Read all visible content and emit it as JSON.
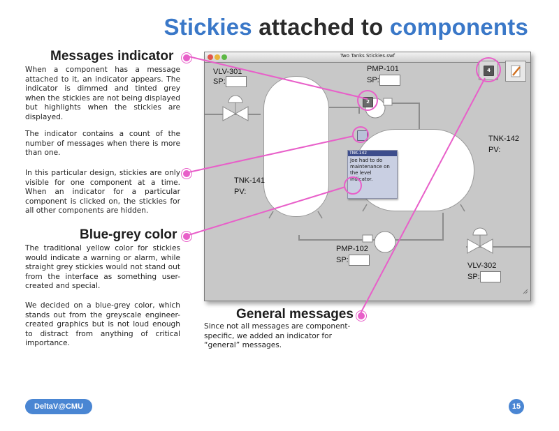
{
  "title": {
    "part1": "Stickies",
    "part2": " attached to ",
    "part3": "components"
  },
  "sections": {
    "messages_indicator": {
      "heading": "Messages indicator",
      "p1": "When a component has a message attached to it, an indicator appears. The indicator is dimmed and tinted grey when the stickies are not being displayed but highlights when the stickies are displayed.",
      "p2": "The indicator contains a count of the number of messages when there is more than one.",
      "p3": "In this particular design, stickies are only visible for one component at a time. When an indicator for a particular component is clicked on, the stickies for all other components are hidden."
    },
    "blue_grey": {
      "heading": "Blue-grey color",
      "p1": "The traditional yellow color for stickies would indicate a warning or alarm, while straight grey stickies would not stand out from the interface as something user-created and special.",
      "p2": "We decided on a blue-grey color, which stands out from the greyscale engineer-created graphics but is not loud enough to distract from anything of critical importance."
    },
    "general_messages": {
      "heading": "General messages",
      "p1": "Since not all messages are component-specific, we added an indicator for “general” messages."
    }
  },
  "screenshot": {
    "window_title": "Two Tanks Stickies.swf",
    "labels": {
      "vlv301": "VLV-301",
      "pmp101": "PMP-101",
      "tnk142": "TNK-142",
      "tnk141": "TNK-141",
      "pmp102": "PMP-102",
      "vlv302": "VLV-302",
      "sp": "SP:",
      "pv": "PV:"
    },
    "indicator_pump_count": "2",
    "indicator_general_count": "4",
    "sticky": {
      "header": "TNK-142",
      "text": "Joe had to do maintenance on the level indicator."
    }
  },
  "footer": {
    "brand": "DeltaV@CMU",
    "page": "15"
  },
  "colors": {
    "accent_blue": "#3a78c8",
    "callout_pink": "#e85fc9",
    "sticky_bg": "#c9cfe2"
  }
}
